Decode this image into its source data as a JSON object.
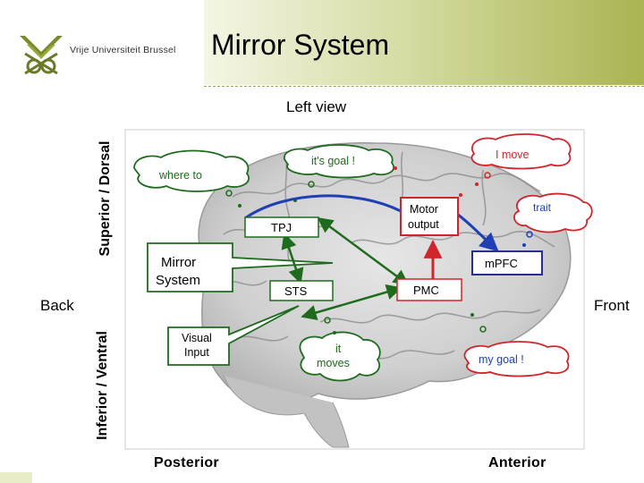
{
  "header": {
    "university": "Vrije Universiteit Brussel",
    "title": "Mirror System",
    "subtitle": "Left view"
  },
  "axes": {
    "superior": "Superior / Dorsal",
    "inferior": "Inferior / Ventral",
    "back": "Back",
    "front": "Front",
    "posterior": "Posterior",
    "anterior": "Anterior"
  },
  "thoughts": {
    "where_to": "where to",
    "its_goal": "it's goal !",
    "i_move": "I move",
    "trait": "trait",
    "it_moves_1": "it",
    "it_moves_2": "moves",
    "my_goal": "my goal !"
  },
  "regions": {
    "tpj": "TPJ",
    "motor_1": "Motor",
    "motor_2": "output",
    "mpfc": "mPFC",
    "sts": "STS",
    "pmc": "PMC",
    "mirror_1": "Mirror",
    "mirror_2": "System",
    "visual_1": "Visual",
    "visual_2": "Input"
  },
  "colors": {
    "green": "#1e6b1e",
    "red": "#d0262b",
    "blue": "#1f3fb5",
    "mpfc_border": "#2c2c8c"
  }
}
